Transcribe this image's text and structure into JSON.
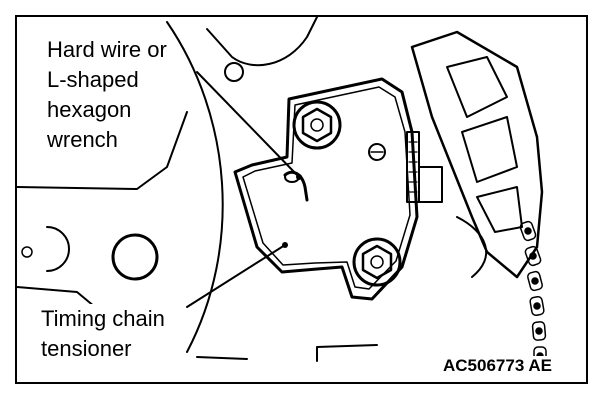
{
  "callouts": {
    "wrench": [
      "Hard wire or",
      "L-shaped",
      "hexagon",
      "wrench"
    ],
    "tensioner": [
      "Timing chain",
      "tensioner"
    ]
  },
  "figure_id": "AC506773 AE",
  "colors": {
    "line": "#000000",
    "background": "#ffffff"
  }
}
